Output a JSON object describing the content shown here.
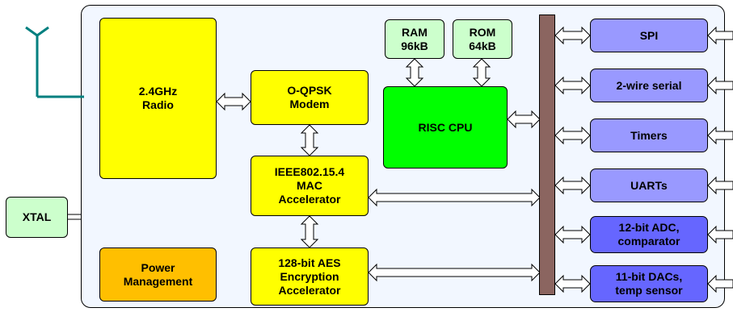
{
  "blocks": {
    "radio": "2.4GHz\nRadio",
    "modem": "O-QPSK\nModem",
    "mac": "IEEE802.15.4\nMAC\nAccelerator",
    "aes": "128-bit AES\nEncryption\nAccelerator",
    "power": "Power\nManagement",
    "ram": "RAM\n96kB",
    "rom": "ROM\n64kB",
    "cpu": "RISC CPU",
    "xtal": "XTAL"
  },
  "peripherals": [
    "SPI",
    "2-wire serial",
    "Timers",
    "UARTs",
    "12-bit ADC,\ncomparator",
    "11-bit DACs,\ntemp sensor"
  ],
  "colors": {
    "chip_background": "#f2f7ff",
    "yellow": "#ffff00",
    "orange": "#ffbf00",
    "cpu_green": "#00ff00",
    "memory_green": "#ccffcc",
    "peripheral": "#9999ff",
    "peripheral_dark": "#6666ff",
    "bus": "#8b6560",
    "antenna": "#007f7f"
  },
  "icons": {
    "antenna": "antenna-icon"
  }
}
